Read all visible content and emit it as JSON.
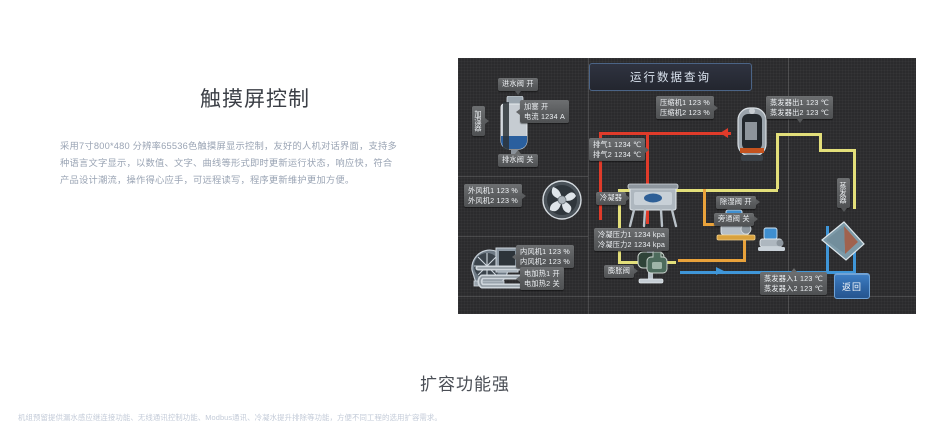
{
  "left": {
    "title": "触摸屏控制",
    "body": "采用7寸800*480 分辨率65536色触摸屏显示控制，友好的人机对话界面，支持多种语言文字显示，以数值、文字、曲线等形式即时更新运行状态，响应快，符合产品设计潮流，操作得心应手，可远程读写，程序更新维护更加方便。"
  },
  "bottom": {
    "heading": "扩容功能强",
    "caption": "机组预留提供漏水感应继连接功能、无线通讯控制功能、Modbus通讯、冷凝水提升排除等功能，方便不同工程的选用扩容需求。"
  },
  "hmi": {
    "title": "运行数据查询",
    "return_button": "返回",
    "labels": {
      "humidifier": "加湿器",
      "inlet_valve": "进水阀  开",
      "heater_current_line1": "加塞    开",
      "heater_current_line2": "电流 1234 A",
      "drain_valve": "排水阀  关",
      "outdoor_fan1": "外风机1 123 %",
      "outdoor_fan2": "外风机2 123 %",
      "indoor_fan1": "内风机1 123 %",
      "indoor_fan2": "内风机2 123 %",
      "e_heater1": "电加热1  开",
      "e_heater2": "电加热2  关",
      "compressor1": "压缩机1 123 %",
      "compressor2": "压缩机2 123 %",
      "discharge1": "排气1 1234 ℃",
      "discharge2": "排气2 1234 ℃",
      "condenser": "冷凝器",
      "cond_press1": "冷凝压力1 1234 kpa",
      "cond_press2": "冷凝压力2 1234 kpa",
      "dehumid_valve": "除湿阀  开",
      "bypass_valve": "旁通阀  关",
      "expansion_valve": "膨胀阀",
      "evap_out1": "蒸发器出1 123 ℃",
      "evap_out2": "蒸发器出2 123 ℃",
      "evaporator": "蒸发器",
      "evap_in1": "蒸发器入1 123 ℃",
      "evap_in2": "蒸发器入2 123 ℃"
    },
    "colors": {
      "panel_bg": "#2b2b2d",
      "chip_bg": "#5a5c5e",
      "value_text": "#bfe0ff",
      "pipe_hot_gas": "#e03b2a",
      "pipe_liquid": "#e3df7a",
      "pipe_suction": "#3f96d8",
      "pipe_oil": "#e9a23b",
      "button_blue": "#2f67a8",
      "title_border": "#4b6486"
    }
  }
}
